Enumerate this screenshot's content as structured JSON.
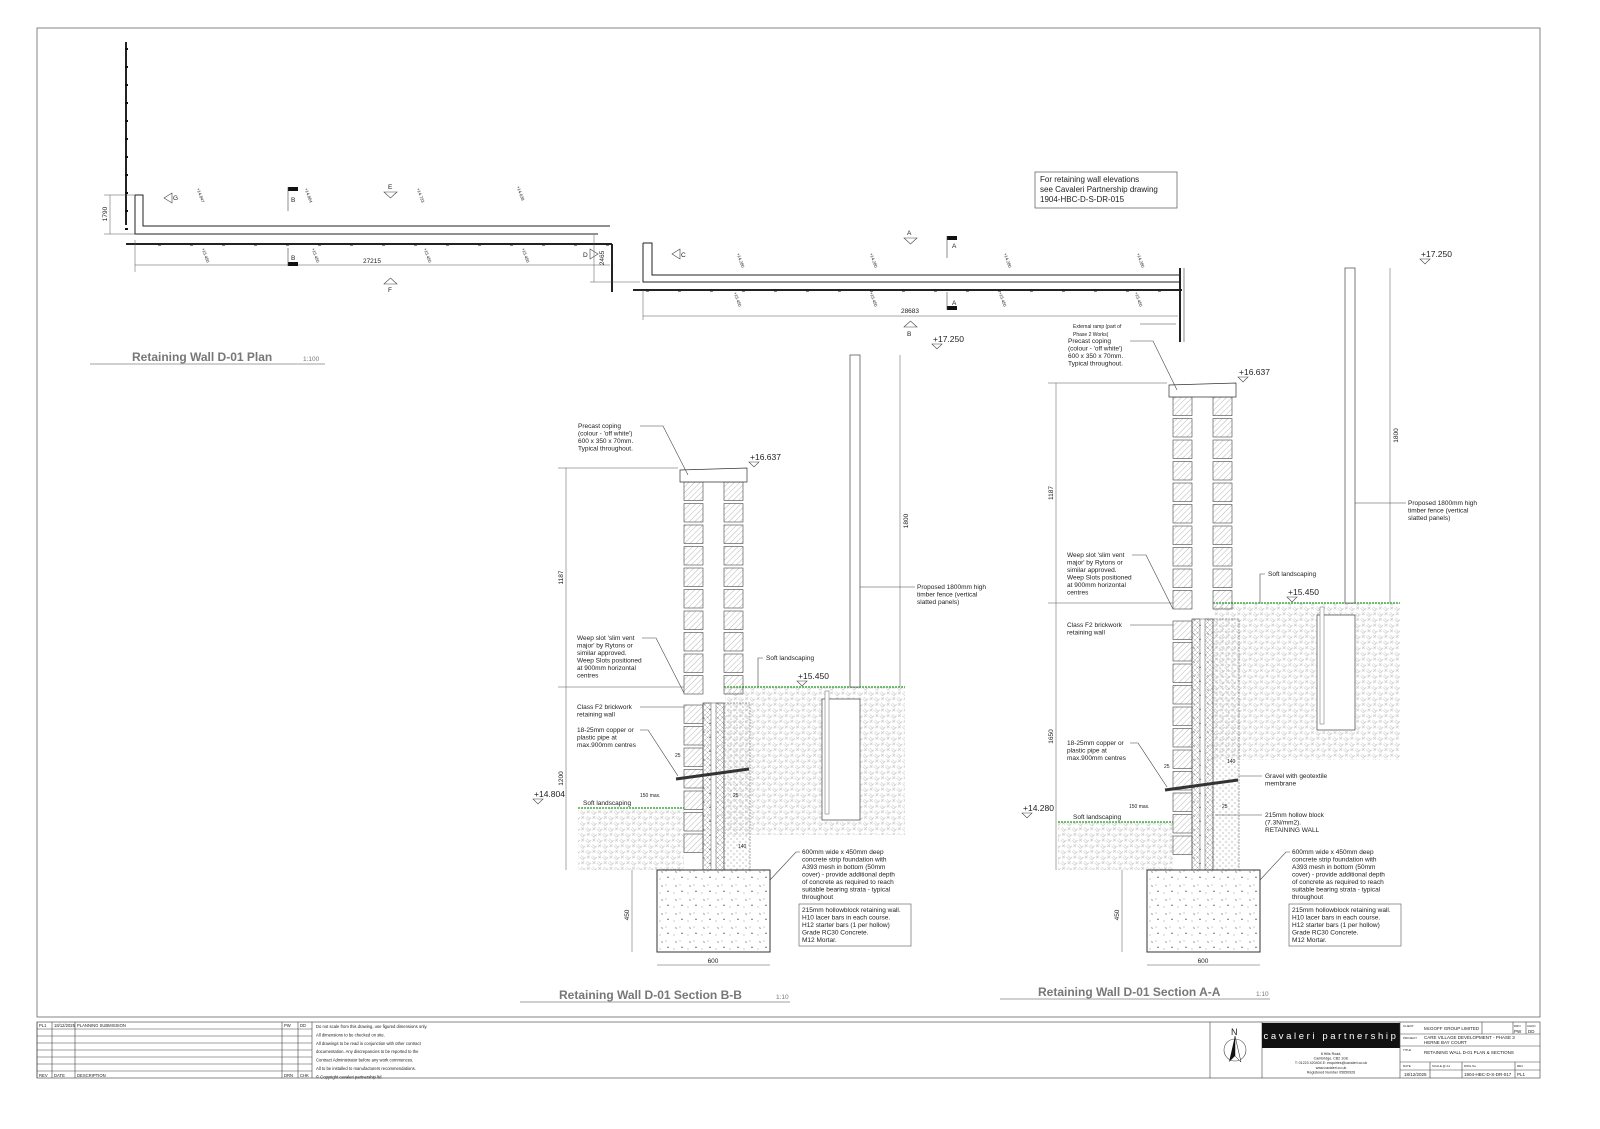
{
  "plan": {
    "title": "Retaining Wall D-01 Plan",
    "scale": "1:100",
    "note": [
      "For retaining wall elevations",
      "see Cavaleri Partnership drawing",
      "1904-HBC-D-S-DR-015"
    ],
    "dims": {
      "width_left": "27215",
      "width_right": "28683",
      "return_left": "1790",
      "step": "2465"
    },
    "section_markers": [
      "G",
      "B",
      "E",
      "B",
      "F",
      "D",
      "C",
      "A",
      "A",
      "A",
      "B"
    ],
    "levels_upper_left": [
      "+14.847",
      "+14.804",
      "+14.733",
      "+14.638"
    ],
    "levels_lower_left": [
      "+15.450",
      "+15.450",
      "+15.450",
      "+15.450"
    ],
    "levels_upper_right": [
      "+14.280",
      "+14.280",
      "+14.280",
      "+14.280"
    ],
    "levels_lower_right": [
      "+15.450",
      "+15.450",
      "+15.450",
      "+15.450"
    ],
    "ramp_note": [
      "External ramp (part of",
      "Phase 2 Works)"
    ]
  },
  "section_bb": {
    "title": "Retaining Wall D-01 Section B-B",
    "scale": "1:10",
    "level_top": "+16.637",
    "level_ground_high": "+15.450",
    "level_ground_low": "+14.804",
    "level_fence_top": "+17.250",
    "dims": {
      "upper": "1187",
      "lower": "1200",
      "footing_depth": "450",
      "footing_width": "600",
      "fence": "1800",
      "cover": "25",
      "cavity": "140",
      "pipe": "150 max.",
      "pipe2": "25"
    },
    "notes": {
      "coping": [
        "Precast coping",
        "(colour - 'off white')",
        "600 x 350 x 70mm.",
        "Typical throughout."
      ],
      "weep": [
        "Weep slot 'slim vent",
        "major' by Rytons or",
        "similar approved.",
        "Weep Slots positioned",
        "at 900mm horizontal",
        "centres"
      ],
      "brick": [
        "Class F2 brickwork",
        "retaining wall"
      ],
      "pipe": [
        "18-25mm copper or",
        "plastic pipe at",
        "max.900mm centres"
      ],
      "soft_high": "Soft landscaping",
      "soft_low": "Soft landscaping",
      "fence": [
        "Proposed 1800mm high",
        "timber fence (vertical",
        "slatted panels)"
      ],
      "foundation": [
        "600mm wide x 450mm deep",
        "concrete strip foundation with",
        "A393 mesh in bottom (50mm",
        "cover) - provide additional depth",
        "of concrete as required to reach",
        "suitable bearing strata - typical",
        "throughout"
      ],
      "spec": [
        "215mm hollowblock retaining wall.",
        "H10 lacer bars in each course.",
        "H12 starter bars (1 per hollow)",
        "Grade RC30 Concrete.",
        "M12 Mortar."
      ]
    }
  },
  "section_aa": {
    "title": "Retaining Wall D-01 Section A-A",
    "scale": "1:10",
    "level_top": "+16.637",
    "level_ground_high": "+15.450",
    "level_ground_low": "+14.280",
    "level_fence_top": "+17.250",
    "dims": {
      "upper": "1187",
      "lower": "1650",
      "footing_depth": "450",
      "footing_width": "600",
      "fence": "1800",
      "cover": "25",
      "cavity": "140",
      "pipe": "150 max.",
      "pipe2": "25"
    },
    "notes": {
      "coping": [
        "Precast coping",
        "(colour - 'off white')",
        "600 x 350 x 70mm.",
        "Typical throughout."
      ],
      "weep": [
        "Weep slot 'slim vent",
        "major' by Rytons or",
        "similar approved.",
        "Weep Slots positioned",
        "at 900mm horizontal",
        "centres"
      ],
      "brick": [
        "Class F2 brickwork",
        "retaining wall"
      ],
      "pipe": [
        "18-25mm copper or",
        "plastic pipe at",
        "max.900mm centres"
      ],
      "soft_high": "Soft landscaping",
      "soft_low": "Soft landscaping",
      "fence": [
        "Proposed 1800mm high",
        "timber fence (vertical",
        "slatted panels)"
      ],
      "gravel": [
        "Gravel with geotextile",
        "membrane"
      ],
      "block": [
        "215mm hollow block",
        "(7.3N/mm2).",
        "RETAINING WALL"
      ],
      "foundation": [
        "600mm wide x 450mm deep",
        "concrete strip foundation with",
        "A393 mesh in bottom (50mm",
        "cover) - provide additional depth",
        "of concrete as required to reach",
        "suitable bearing strata - typical",
        "throughout"
      ],
      "spec": [
        "215mm hollowblock retaining wall.",
        "H10 lacer bars in each course.",
        "H12 starter bars (1 per hollow)",
        "Grade RC30 Concrete.",
        "M12 Mortar."
      ]
    }
  },
  "title_block": {
    "revision_headers": [
      "REV",
      "DATE",
      "DESCRIPTION",
      "DRN",
      "CHK"
    ],
    "revisions": [
      {
        "rev": "PL1",
        "date": "18/12/2025",
        "description": "PLANNING SUBMISSION",
        "drn": "PW",
        "chk": "DD"
      }
    ],
    "notes": [
      "Do not scale from this drawing, use figured dimensions only.",
      "All dimensions to be checked on site.",
      "All drawings to be read in conjunction with other contract",
      "documentation. Any discrepancies to be reported to the",
      "Contract Administrator before any work commences.",
      "All to be installed to manufacturers recommendations.",
      "© Copyright cavaleri partnership ltd"
    ],
    "north": "N",
    "company": "cavaleri partnership",
    "address": [
      "8 Hills Road,",
      "Cambridge, CB2 1GE",
      "T: 01223 420404  E: enquiries@cavaleri.co.uk",
      "www.cavaleri.co.uk",
      "Registered Number 05650926"
    ],
    "client_label": "CLIENT",
    "client": "McGOFF GROUP LIMITED",
    "drn_label": "DRN",
    "drn": "PW",
    "chkd_label": "CHKD",
    "chkd": "DD",
    "project_label": "PROJECT",
    "project": [
      "CARE VILLAGE DEVELOPMENT - PHASE 3",
      "HERNE BAY COURT"
    ],
    "title_label": "TITLE",
    "title": "RETAINING WALL D-01 PLAN & SECTIONS",
    "date_label": "DATE",
    "date": "18/12/2025",
    "scale_label": "SCALE @ A1",
    "dwg_label": "DWG No.",
    "dwg": "1904-HBC-D-S-DR-017",
    "rev_label": "REV",
    "rev": "PL1"
  }
}
